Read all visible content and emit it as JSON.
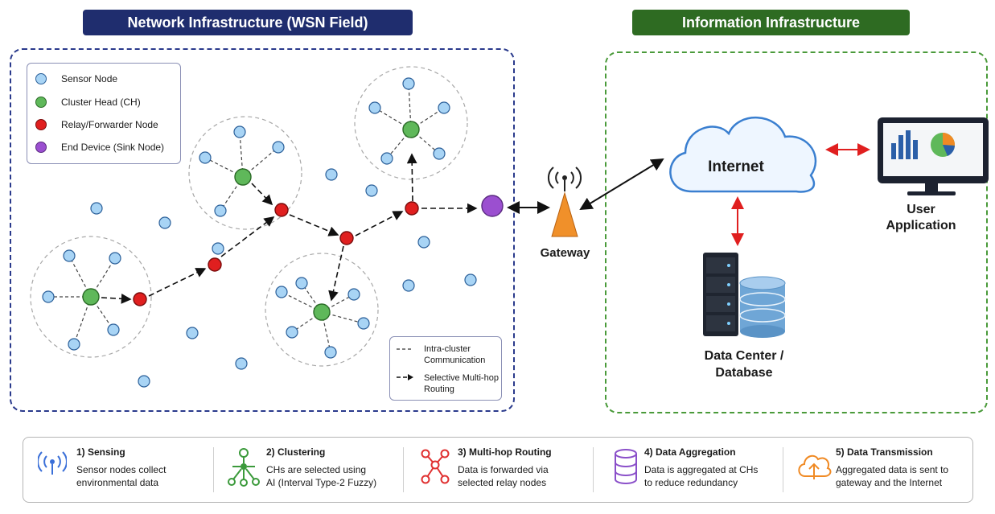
{
  "headers": {
    "network": "Network Infrastructure (WSN Field)",
    "information": "Information Infrastructure"
  },
  "legend": {
    "sensor": "Sensor Node",
    "ch": "Cluster Head (CH)",
    "relay": "Relay/Forwarder Node",
    "sink": "End Device (Sink Node)"
  },
  "route_legend": {
    "intra_line1": "Intra-cluster",
    "intra_line2": "Communication",
    "multi_line1": "Selective Multi-hop",
    "multi_line2": "Routing"
  },
  "labels": {
    "gateway": "Gateway",
    "internet": "Internet",
    "datacenter_line1": "Data Center /",
    "datacenter_line2": "Database",
    "user_line1": "User",
    "user_line2": "Application"
  },
  "steps": [
    {
      "title": "1) Sensing",
      "line1": "Sensor nodes collect",
      "line2": "environmental data",
      "icon": "sensing-icon",
      "color": "#3a6fd8"
    },
    {
      "title": "2) Clustering",
      "line1": "CHs are selected using",
      "line2": "AI (Interval Type-2 Fuzzy)",
      "icon": "clustering-icon",
      "color": "#3b9a3b"
    },
    {
      "title": "3) Multi-hop Routing",
      "line1": "Data is forwarded via",
      "line2": "selected relay nodes",
      "icon": "routing-icon",
      "color": "#e03030"
    },
    {
      "title": "4) Data Aggregation",
      "line1": "Data is aggregated at CHs",
      "line2": "to reduce redundancy",
      "icon": "database-icon",
      "color": "#8a4fc9"
    },
    {
      "title": "5) Data Transmission",
      "line1": "Aggregated data is sent to",
      "line2": "gateway and the Internet",
      "icon": "cloud-upload-icon",
      "color": "#f08a24"
    }
  ],
  "colors": {
    "network_header": "#1f2d6e",
    "info_header": "#2e6b22",
    "sensor": "#a8d4f5",
    "ch": "#5fb85a",
    "relay": "#e01f1f",
    "sink": "#9b4fd0",
    "gateway": "#f0902a"
  }
}
